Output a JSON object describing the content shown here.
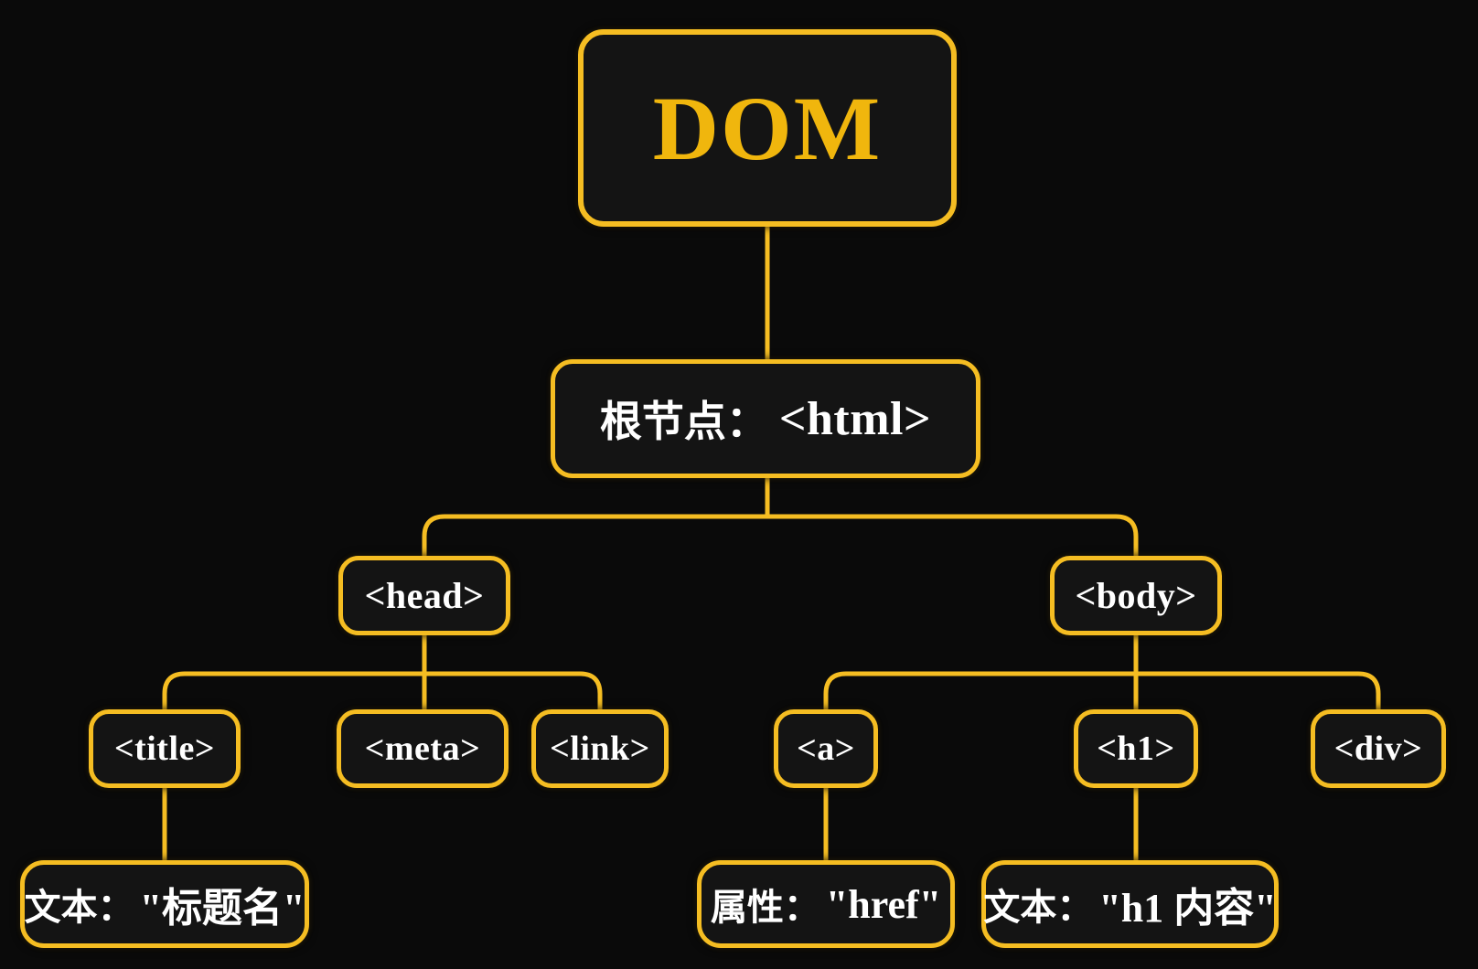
{
  "diagram": {
    "title": "DOM tree diagram",
    "type": "tree",
    "nodes": {
      "dom": {
        "label": "DOM"
      },
      "html": {
        "prefix": "根节点：",
        "tag": "<html>"
      },
      "head": {
        "tag": "<head>"
      },
      "body": {
        "tag": "<body>"
      },
      "title": {
        "tag": "<title>"
      },
      "meta": {
        "tag": "<meta>"
      },
      "link": {
        "tag": "<link>"
      },
      "a": {
        "tag": "<a>"
      },
      "h1": {
        "tag": "<h1>"
      },
      "div": {
        "tag": "<div>"
      },
      "title_text": {
        "prefix": "文本：",
        "value": "\"标题名\""
      },
      "a_attr": {
        "prefix": "属性：",
        "value": "\"href\""
      },
      "h1_text": {
        "prefix": "文本：",
        "value": "\"h1 内容\""
      }
    },
    "edges": [
      [
        "dom",
        "html"
      ],
      [
        "html",
        "head"
      ],
      [
        "html",
        "body"
      ],
      [
        "head",
        "title"
      ],
      [
        "head",
        "meta"
      ],
      [
        "head",
        "link"
      ],
      [
        "body",
        "a"
      ],
      [
        "body",
        "h1"
      ],
      [
        "body",
        "div"
      ],
      [
        "title",
        "title_text"
      ],
      [
        "a",
        "a_attr"
      ],
      [
        "h1",
        "h1_text"
      ]
    ],
    "colors": {
      "accent": "#f5bd22",
      "background": "#0a0a0a",
      "box_fill": "#141414",
      "text": "#ffffff",
      "dom_text": "#f0b60d"
    }
  }
}
